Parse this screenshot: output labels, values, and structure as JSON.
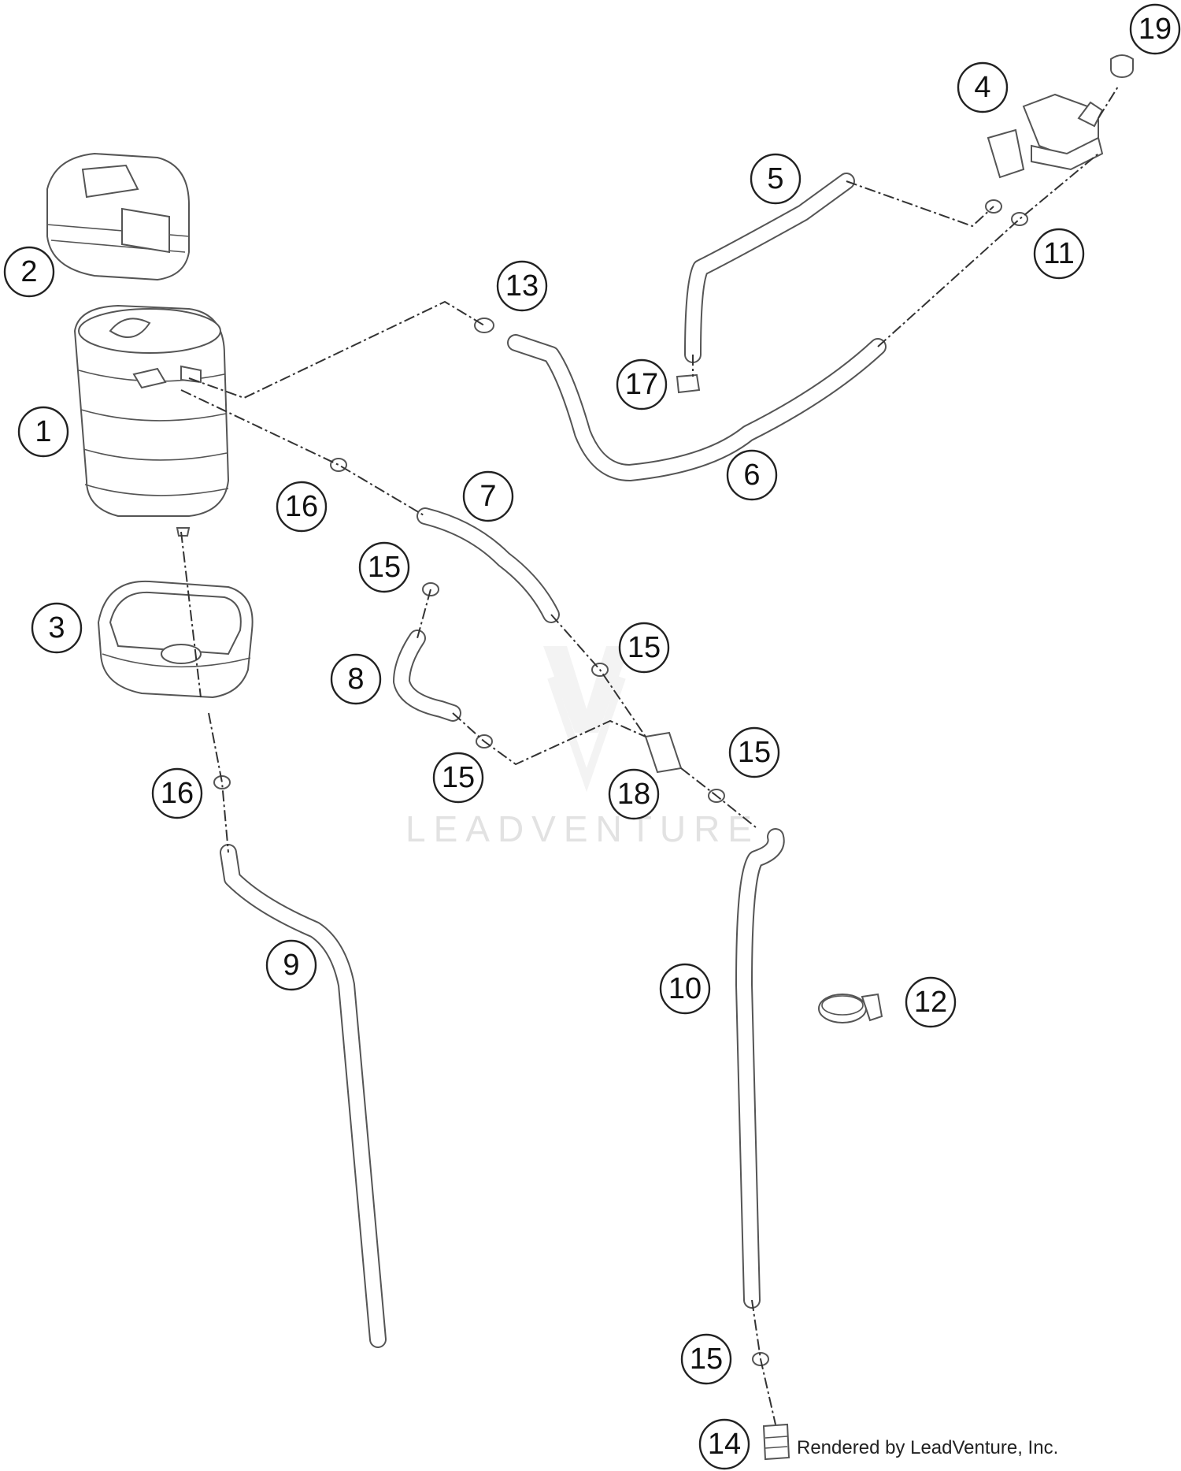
{
  "callouts": {
    "c1": "1",
    "c2": "2",
    "c3": "3",
    "c4": "4",
    "c5": "5",
    "c6": "6",
    "c7": "7",
    "c8": "8",
    "c9": "9",
    "c10": "10",
    "c11": "11",
    "c12": "12",
    "c13": "13",
    "c14": "14",
    "c15a": "15",
    "c15b": "15",
    "c15c": "15",
    "c15d": "15",
    "c15e": "15",
    "c16a": "16",
    "c16b": "16",
    "c17": "17",
    "c18": "18",
    "c19": "19"
  },
  "watermark": "LEADVENTURE",
  "credit": "Rendered by LeadVenture, Inc.",
  "colors": {
    "line": "#555555",
    "callout": "#222222",
    "watermark": "#e2e2e2"
  }
}
